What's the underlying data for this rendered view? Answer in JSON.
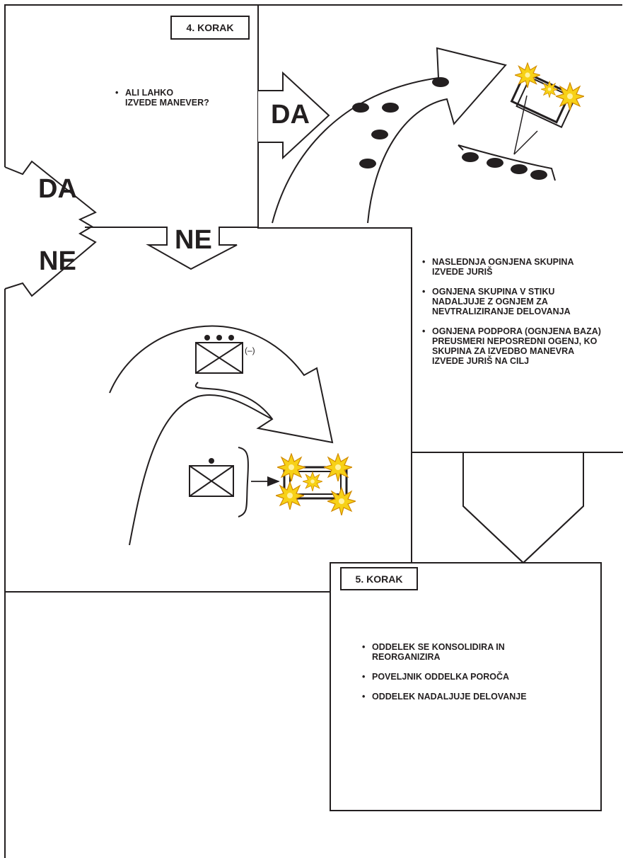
{
  "step4": {
    "label": "4. KORAK",
    "question": [
      "ALI LAHKO",
      "IZVEDE MANEVER?"
    ],
    "yes": "DA",
    "no": "NE",
    "side_yes": "DA",
    "side_no": "NE",
    "bullets": [
      "NASLEDNJA OGNJENA SKUPINA IZVEDE JURIŠ",
      "OGNJENA SKUPINA V STIKU NADALJUJE Z OGNJEM ZA NEVTRALIZIRANJE DELOVANJA",
      "OGNJENA PODPORA (OGNJENA BAZA) PREUSMERI NEPOSREDNI OGENJ, KO SKUPINA ZA IZVEDBO MANEVRA IZVEDE JURIŠ NA CILJ"
    ],
    "unit_modifier": "(–)"
  },
  "step5": {
    "label": "5. KORAK",
    "bullets": [
      "ODDELEK SE KONSOLIDIRA IN REORGANIZIRA",
      "POVELJNIK ODDELKA POROČA",
      "ODDELEK NADALJUJE DELOVANJE"
    ]
  },
  "colors": {
    "line": "#231f20",
    "burst_fill": "#f7d117",
    "burst_outline": "#d18a00"
  }
}
